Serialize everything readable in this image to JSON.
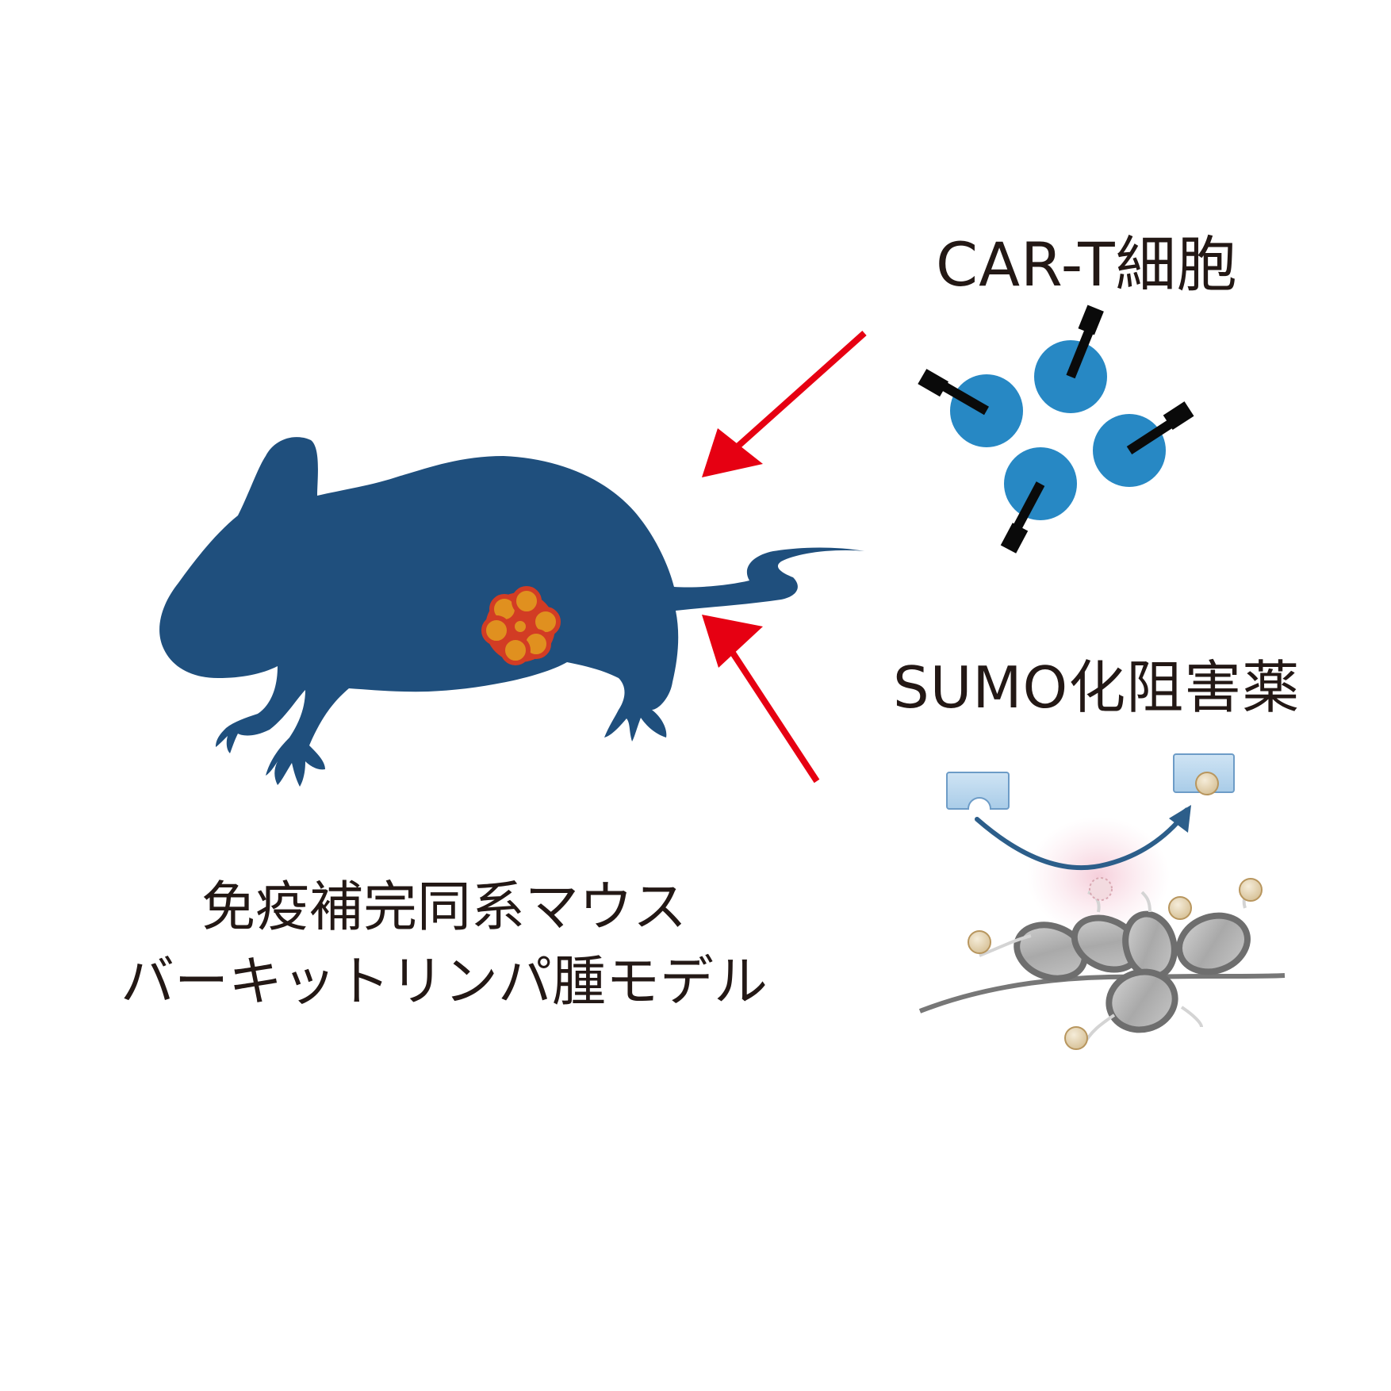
{
  "labels": {
    "car_t": "CAR-T細胞",
    "sumo_inhibitor": "SUMO化阻害薬",
    "mouse_model_line1": "免疫補完同系マウス",
    "mouse_model_line2": "バーキットリンパ腫モデル"
  },
  "colors": {
    "mouse": "#1f4f7d",
    "tumor_outline": "#d23c24",
    "tumor_fill": "#e0901f",
    "arrow": "#e60012",
    "car_t_cell": "#2788c4",
    "receptor": "#0a0a0a",
    "enzyme_box": "#b3d4ec",
    "sumo_bead": "#e4d3b2",
    "nucleosome": "#9c9c9c",
    "curved_arrow": "#2c5e8a",
    "text": "#231815"
  },
  "icons": [
    "mouse-silhouette-icon",
    "tumor-icon",
    "car-t-cell-icon",
    "sumo-enzyme-icon",
    "nucleosome-chromatin-icon",
    "red-arrow-icon"
  ]
}
